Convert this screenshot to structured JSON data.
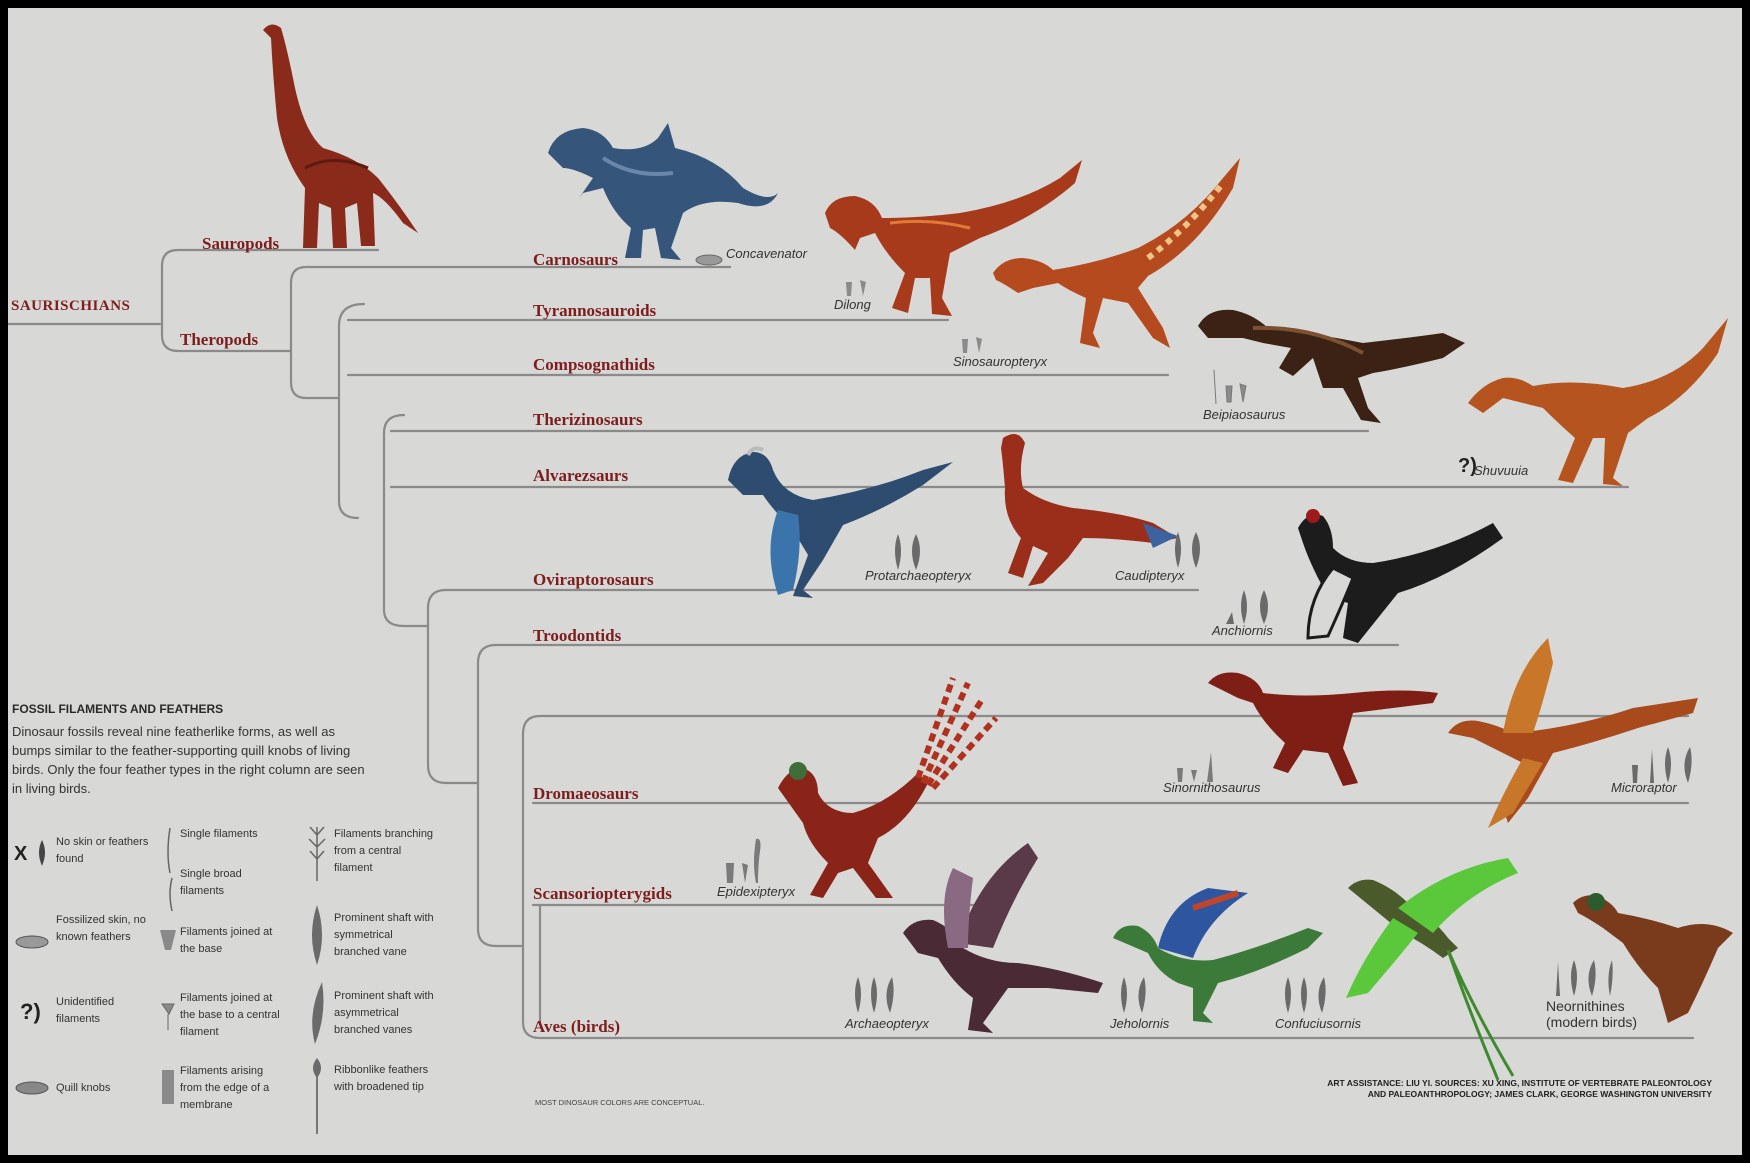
{
  "root_label": "SAURISCHIANS",
  "groups": {
    "sauropods": "Sauropods",
    "theropods": "Theropods"
  },
  "clades": [
    "Carnosaurs",
    "Tyrannosauroids",
    "Compsognathids",
    "Therizinosaurs",
    "Alvarezsaurs",
    "Oviraptorosaurs",
    "Troodontids",
    "Dromaeosaurs",
    "Scansoriopterygids",
    "Aves (birds)"
  ],
  "species": {
    "concavenator": "Concavenator",
    "dilong": "Dilong",
    "sinosauropteryx": "Sinosauropteryx",
    "beipiaosaurus": "Beipiaosaurus",
    "shuvuuia": "Shuvuuia",
    "protarchaeopteryx": "Protarchaeopteryx",
    "caudipteryx": "Caudipteryx",
    "anchiornis": "Anchiornis",
    "sinornithosaurus": "Sinornithosaurus",
    "microraptor": "Microraptor",
    "epidexipteryx": "Epidexipteryx",
    "archaeopteryx": "Archaeopteryx",
    "jeholornis": "Jeholornis",
    "confuciusornis": "Confuciusornis",
    "neornithines_1": "Neornithines",
    "neornithines_2": "(modern birds)"
  },
  "legend": {
    "title": "FOSSIL FILAMENTS AND FEATHERS",
    "description": "Dinosaur fossils reveal nine featherlike forms, as well as bumps similar to the feather-supporting quill knobs of living birds. Only the four feather types in the right column are seen in living birds.",
    "items": {
      "no_skin": "No skin or feathers found",
      "fossilized_skin": "Fossilized skin, no known feathers",
      "unidentified": "Unidentified filaments",
      "quill_knobs": "Quill knobs",
      "single_filaments": "Single filaments",
      "single_broad": "Single broad filaments",
      "joined_base": "Filaments joined at the base",
      "joined_central": "Filaments joined at the base to a central filament",
      "membrane_edge": "Filaments arising from the edge of a membrane",
      "branching": "Filaments branching from a central filament",
      "symmetrical": "Prominent shaft with symmetrical branched vane",
      "asymmetrical": "Prominent shaft with asymmetrical branched vanes",
      "ribbonlike": "Ribbonlike feathers with broadened tip"
    }
  },
  "notes": {
    "colors": "MOST DINOSAUR COLORS ARE CONCEPTUAL.",
    "credit_1": "ART ASSISTANCE: LIU YI. SOURCES: XU XING, INSTITUTE OF VERTEBRATE PALEONTOLOGY",
    "credit_2": "AND PALEOANTHROPOLOGY; JAMES CLARK, GEORGE WASHINGTON UNIVERSITY"
  },
  "colors": {
    "background": "#d8d8d6",
    "clade_label": "#7d1d1d",
    "branch_line": "#8a8a8a",
    "frame": "#000000"
  }
}
